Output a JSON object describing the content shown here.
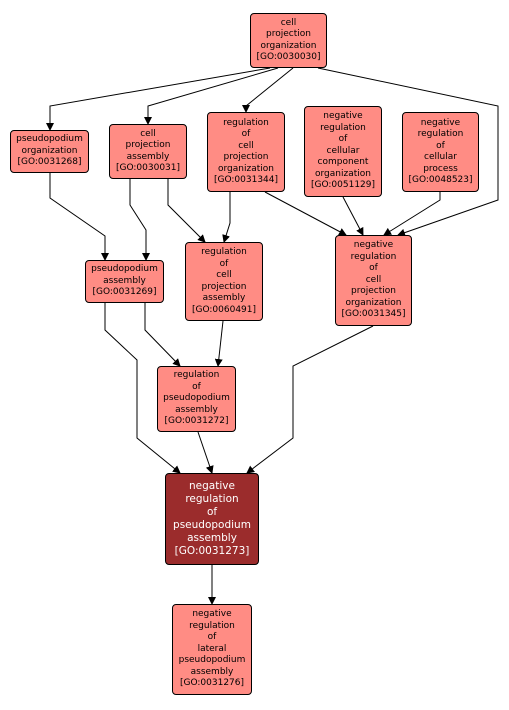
{
  "nodes": {
    "n0030030": {
      "label": "cell\nprojection\norganization\n[GO:0030030]"
    },
    "n0031268": {
      "label": "pseudopodium\norganization\n[GO:0031268]"
    },
    "n0030031": {
      "label": "cell\nprojection\nassembly\n[GO:0030031]"
    },
    "n0031344": {
      "label": "regulation\nof\ncell\nprojection\norganization\n[GO:0031344]"
    },
    "n0051129": {
      "label": "negative\nregulation\nof\ncellular\ncomponent\norganization\n[GO:0051129]"
    },
    "n0048523": {
      "label": "negative\nregulation\nof\ncellular\nprocess\n[GO:0048523]"
    },
    "n0031269": {
      "label": "pseudopodium\nassembly\n[GO:0031269]"
    },
    "n0060491": {
      "label": "regulation\nof\ncell\nprojection\nassembly\n[GO:0060491]"
    },
    "n0031345": {
      "label": "negative\nregulation\nof\ncell\nprojection\norganization\n[GO:0031345]"
    },
    "n0031272": {
      "label": "regulation\nof\npseudopodium\nassembly\n[GO:0031272]"
    },
    "n0031273": {
      "label": "negative\nregulation\nof\npseudopodium\nassembly\n[GO:0031273]"
    },
    "n0031276": {
      "label": "negative\nregulation\nof\nlateral\npseudopodium\nassembly\n[GO:0031276]"
    }
  },
  "edges": [
    {
      "from": "n0030030",
      "to": "n0031268"
    },
    {
      "from": "n0030030",
      "to": "n0030031"
    },
    {
      "from": "n0030030",
      "to": "n0031344"
    },
    {
      "from": "n0030030",
      "to": "n0031345"
    },
    {
      "from": "n0031268",
      "to": "n0031269"
    },
    {
      "from": "n0030031",
      "to": "n0031269"
    },
    {
      "from": "n0030031",
      "to": "n0060491"
    },
    {
      "from": "n0031344",
      "to": "n0060491"
    },
    {
      "from": "n0031344",
      "to": "n0031345"
    },
    {
      "from": "n0051129",
      "to": "n0031345"
    },
    {
      "from": "n0048523",
      "to": "n0031345"
    },
    {
      "from": "n0031269",
      "to": "n0031272"
    },
    {
      "from": "n0031269",
      "to": "n0031273"
    },
    {
      "from": "n0060491",
      "to": "n0031272"
    },
    {
      "from": "n0031272",
      "to": "n0031273"
    },
    {
      "from": "n0031345",
      "to": "n0031273"
    },
    {
      "from": "n0031273",
      "to": "n0031276"
    }
  ]
}
